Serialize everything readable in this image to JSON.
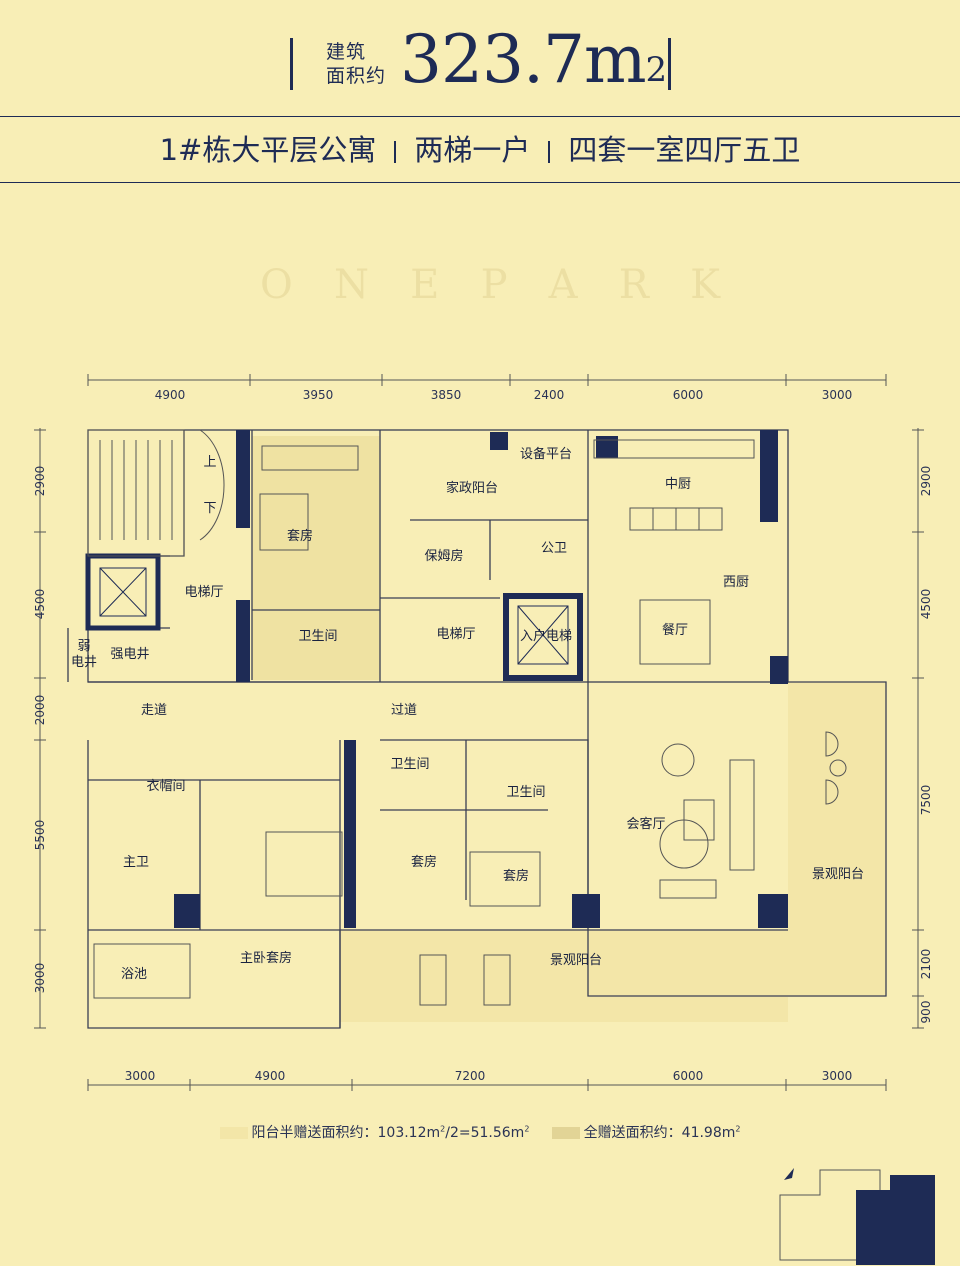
{
  "header": {
    "area_label_line1": "建筑",
    "area_label_line2": "面积约",
    "area_value": "323.7m",
    "area_unit_sup": "2",
    "subtitle_part1": "1#栋大平层公寓",
    "subtitle_part2": "两梯一户",
    "subtitle_part3": "四套一室四厅五卫"
  },
  "brand": [
    "O",
    "N",
    "E",
    "P",
    "A",
    "R",
    "K"
  ],
  "dimensions": {
    "top": [
      "4900",
      "3950",
      "3850",
      "2400",
      "6000",
      "3000"
    ],
    "bottom": [
      "3000",
      "4900",
      "7200",
      "6000",
      "3000"
    ],
    "left": [
      "2900",
      "4500",
      "2000",
      "5500",
      "3000"
    ],
    "right": [
      "2900",
      "4500",
      "7500",
      "2100",
      "900"
    ]
  },
  "rooms": {
    "stair_up": "上",
    "stair_down": "下",
    "elevator_hall_left": "电梯厅",
    "weak_shaft_1": "弱",
    "weak_shaft_2": "电井",
    "strong_shaft": "强电井",
    "corridor": "走道",
    "suite_top": "套房",
    "bath_top": "卫生间",
    "equipment_platform": "设备平台",
    "service_balcony": "家政阳台",
    "maid_room": "保姆房",
    "public_wc": "公卫",
    "elevator_hall_mid": "电梯厅",
    "entry_elevator": "入户电梯",
    "passage": "过道",
    "chinese_kitchen": "中厨",
    "western_kitchen": "西厨",
    "dining": "餐厅",
    "walk_in_closet": "衣帽间",
    "master_bath": "主卫",
    "bathtub": "浴池",
    "master_suite": "主卧套房",
    "bath_mid_1": "卫生间",
    "bath_mid_2": "卫生间",
    "suite_mid_1": "套房",
    "suite_mid_2": "套房",
    "living_room": "会客厅",
    "view_balcony_right": "景观阳台",
    "view_balcony_bottom": "景观阳台"
  },
  "footer": {
    "half_area_text": "阳台半赠送面积约：103.12m",
    "half_area_sup": "2",
    "half_area_calc": "/2=51.56m",
    "half_area_sup2": "2",
    "full_area_text": "全赠送面积约：41.98m",
    "full_area_sup": "2"
  },
  "colors": {
    "background": "#f8eeb6",
    "navy": "#1e2b55",
    "half_swatch": "#f3e6a8",
    "full_swatch": "#e2d496"
  }
}
